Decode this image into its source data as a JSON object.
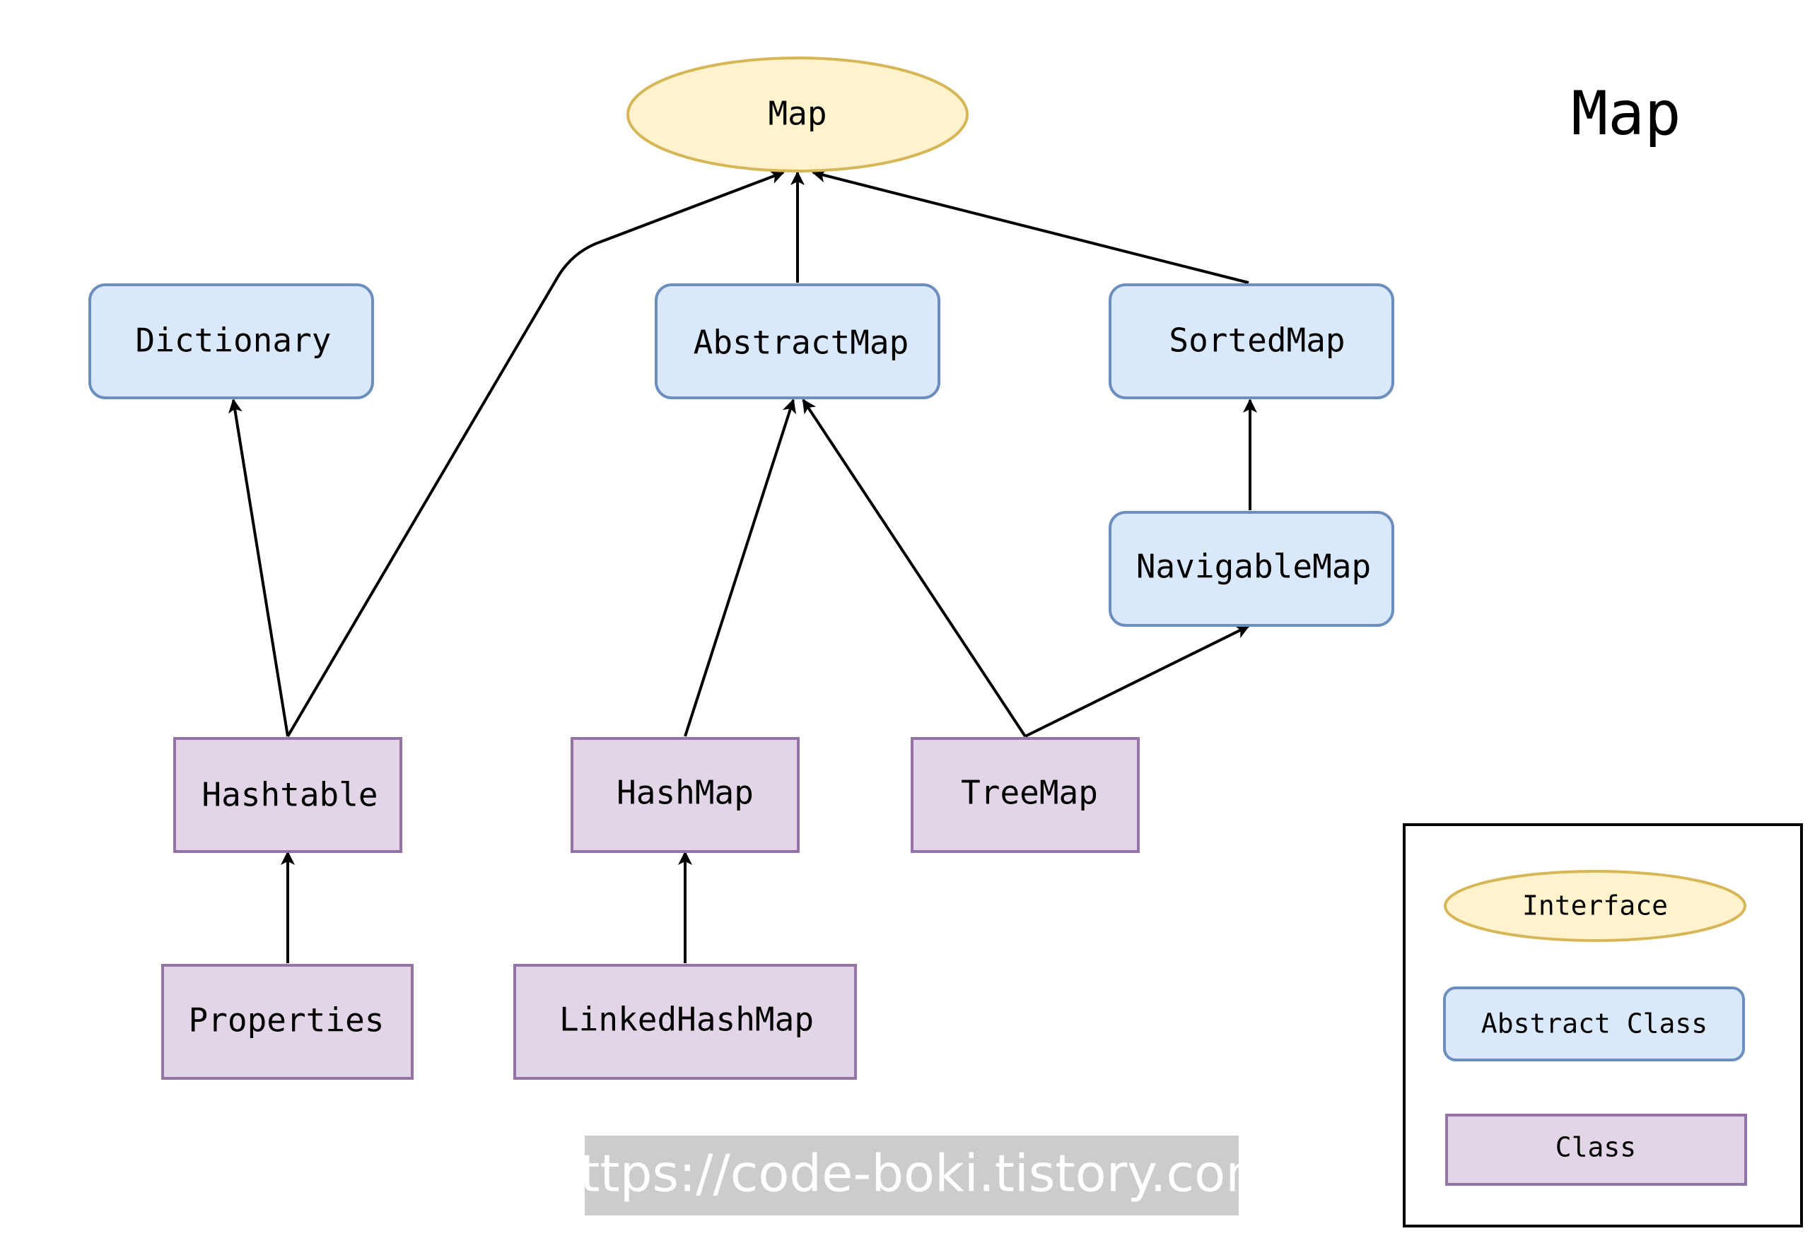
{
  "title": "Map",
  "colors": {
    "interface_fill": "#fff2cc",
    "interface_stroke": "#d6b656",
    "abstract_fill": "#dae8fc",
    "abstract_stroke": "#6c8ebf",
    "class_fill": "#e1d5e7",
    "class_stroke": "#9673a6",
    "edge": "#000000",
    "watermark_bg": "#cccccc",
    "watermark_text": "#ffffff"
  },
  "nodes": {
    "map": {
      "label": "Map",
      "kind": "interface"
    },
    "dictionary": {
      "label": "Dictionary",
      "kind": "abstract-class"
    },
    "abstract_map": {
      "label": "AbstractMap",
      "kind": "abstract-class"
    },
    "sorted_map": {
      "label": "SortedMap",
      "kind": "abstract-class"
    },
    "navigable_map": {
      "label": "NavigableMap",
      "kind": "abstract-class"
    },
    "hashtable": {
      "label": "Hashtable",
      "kind": "class"
    },
    "hash_map": {
      "label": "HashMap",
      "kind": "class"
    },
    "tree_map": {
      "label": "TreeMap",
      "kind": "class"
    },
    "properties": {
      "label": "Properties",
      "kind": "class"
    },
    "linked_hash_map": {
      "label": "LinkedHashMap",
      "kind": "class"
    }
  },
  "edges": [
    {
      "from": "abstract_map",
      "to": "map"
    },
    {
      "from": "sorted_map",
      "to": "map"
    },
    {
      "from": "hashtable",
      "to": "map"
    },
    {
      "from": "hashtable",
      "to": "dictionary"
    },
    {
      "from": "hash_map",
      "to": "abstract_map"
    },
    {
      "from": "tree_map",
      "to": "abstract_map"
    },
    {
      "from": "tree_map",
      "to": "navigable_map"
    },
    {
      "from": "navigable_map",
      "to": "sorted_map"
    },
    {
      "from": "properties",
      "to": "hashtable"
    },
    {
      "from": "linked_hash_map",
      "to": "hash_map"
    }
  ],
  "legend": {
    "interface": "Interface",
    "abstract_class": "Abstract Class",
    "class": "Class"
  },
  "watermark": "https://code-boki.tistory.com"
}
